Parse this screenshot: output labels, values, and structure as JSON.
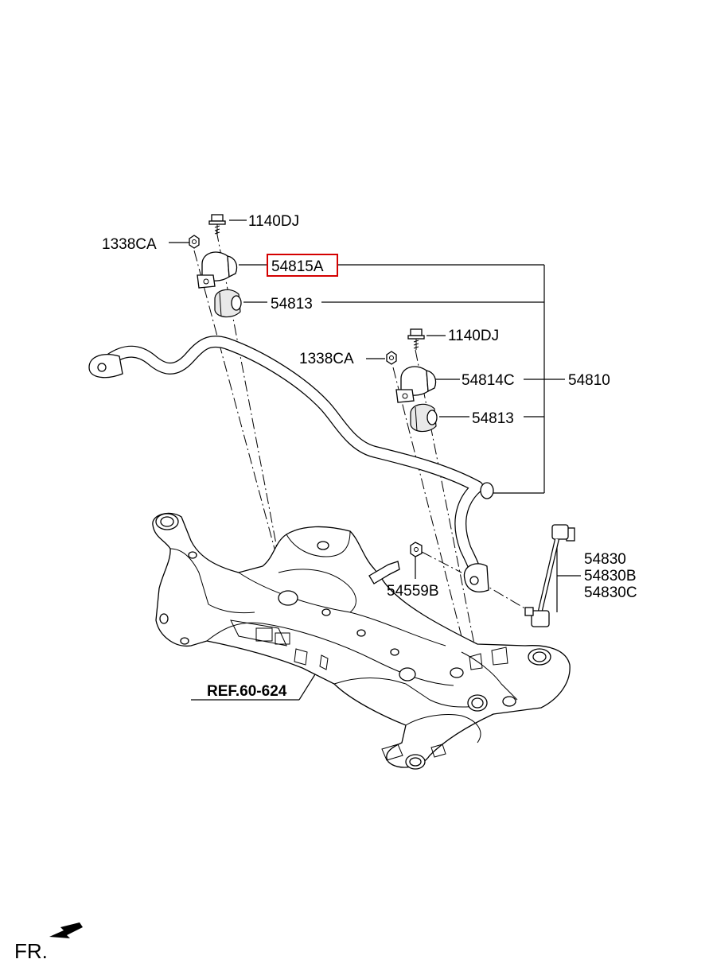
{
  "labels": {
    "bolt_top": "1140DJ",
    "nut_top": "1338CA",
    "bracket_highlighted": "54815A",
    "bushing_top": "54813",
    "bolt_mid": "1140DJ",
    "nut_mid": "1338CA",
    "bracket_mid": "54814C",
    "stabilizer_bar": "54810",
    "bushing_mid": "54813",
    "link_1": "54830",
    "link_2": "54830B",
    "link_3": "54830C",
    "nut_link": "54559B",
    "reference": "REF.60-624",
    "front_indicator": "FR."
  },
  "colors": {
    "highlight_border": "#d40000",
    "line": "#000000",
    "background": "#ffffff"
  }
}
